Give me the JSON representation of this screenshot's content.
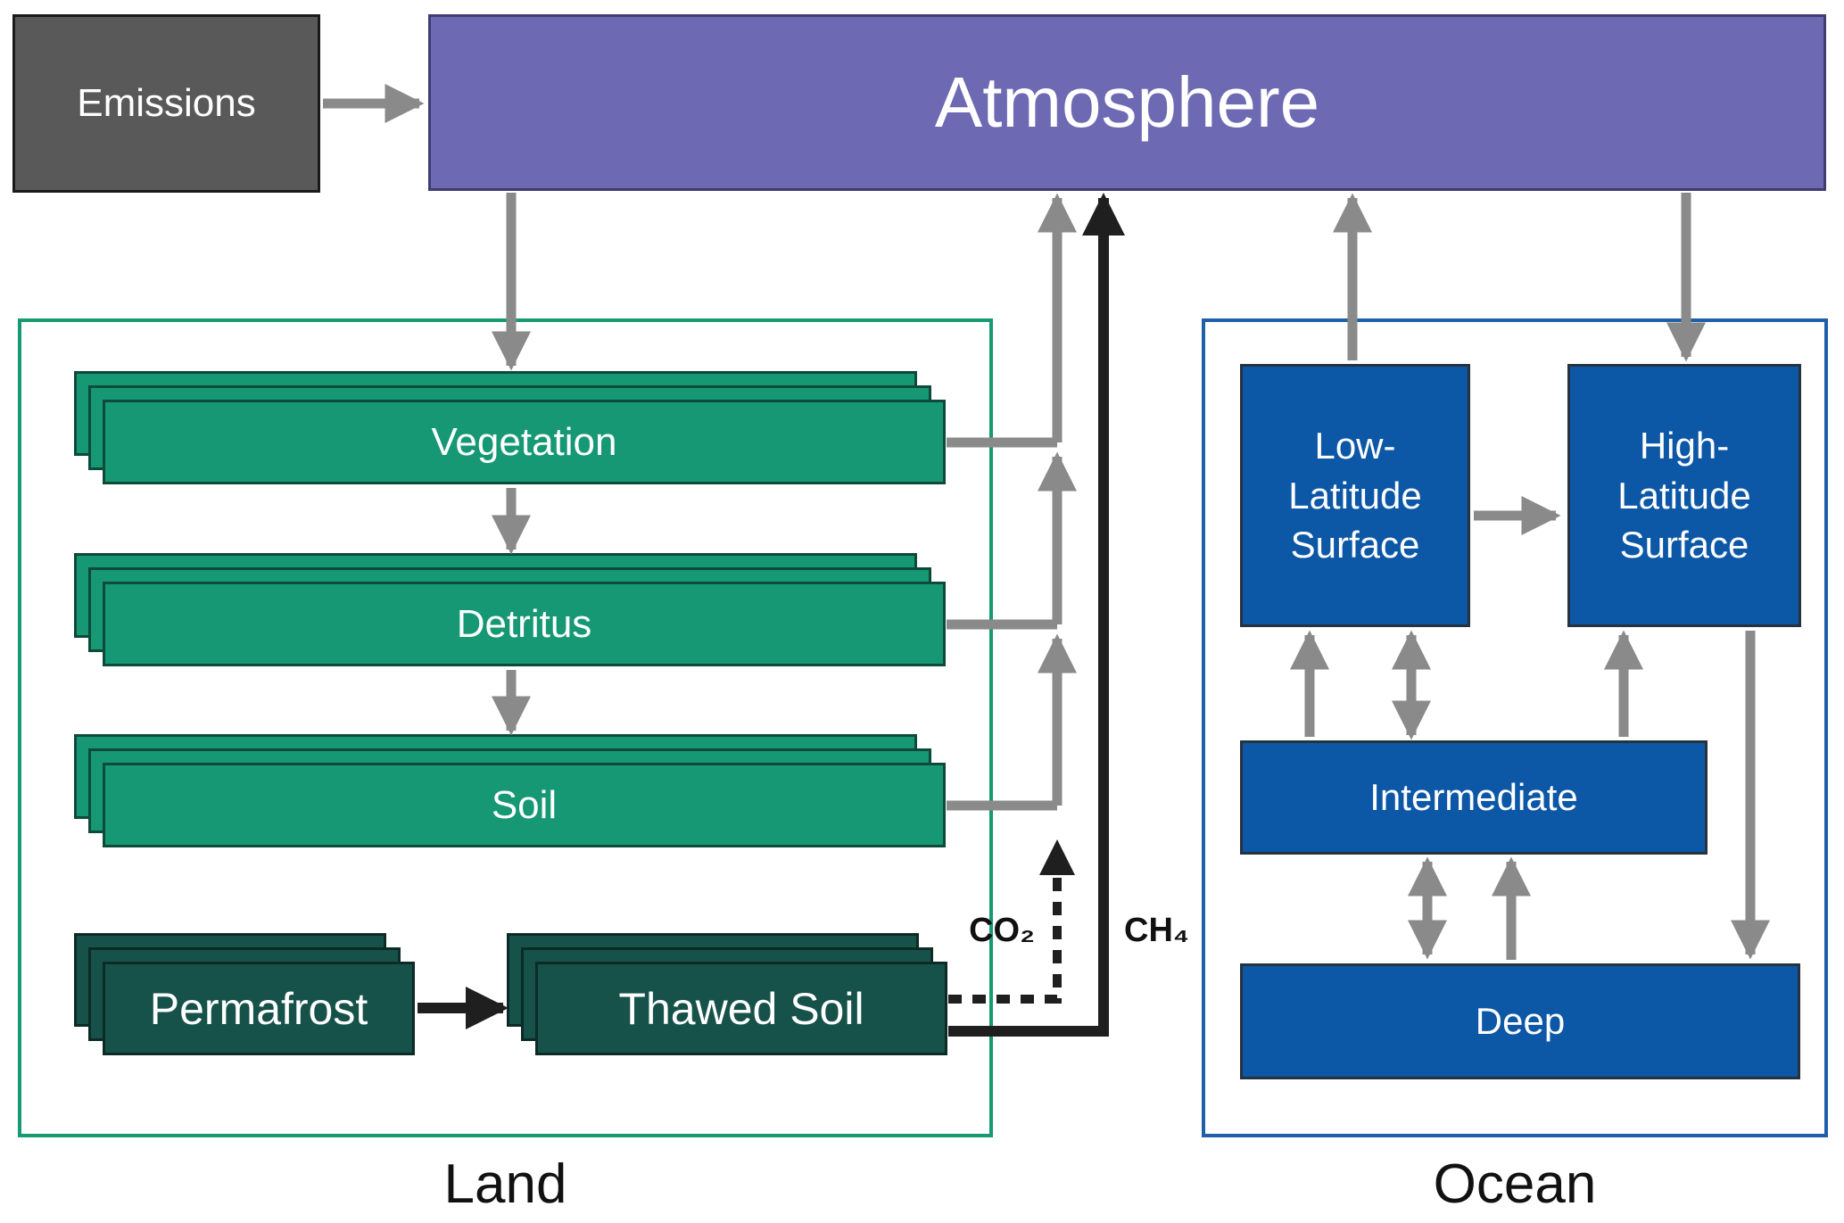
{
  "boxes": {
    "emissions": "Emissions",
    "atmosphere": "Atmosphere"
  },
  "land": {
    "label": "Land",
    "vegetation": "Vegetation",
    "detritus": "Detritus",
    "soil": "Soil",
    "permafrost": "Permafrost",
    "thawed_soil": "Thawed Soil"
  },
  "ocean": {
    "label": "Ocean",
    "low_latitude_surface": "Low-\nLatitude\nSurface",
    "high_latitude_surface": "High-\nLatitude\nSurface",
    "intermediate": "Intermediate",
    "deep": "Deep"
  },
  "fluxes": {
    "co2": "CO₂",
    "ch4": "CH₄"
  },
  "colors": {
    "atmosphere_fill": "#6d6ab3",
    "emissions_fill": "#595959",
    "green_fill": "#169874",
    "green_border": "#0d4a39",
    "dark_green_fill": "#17524a",
    "ocean_fill": "#0c57a6",
    "land_outline": "#169a74",
    "ocean_outline": "#1f5fa8",
    "arrow_gray": "#8a8a8a",
    "arrow_black": "#1f1f1f"
  }
}
